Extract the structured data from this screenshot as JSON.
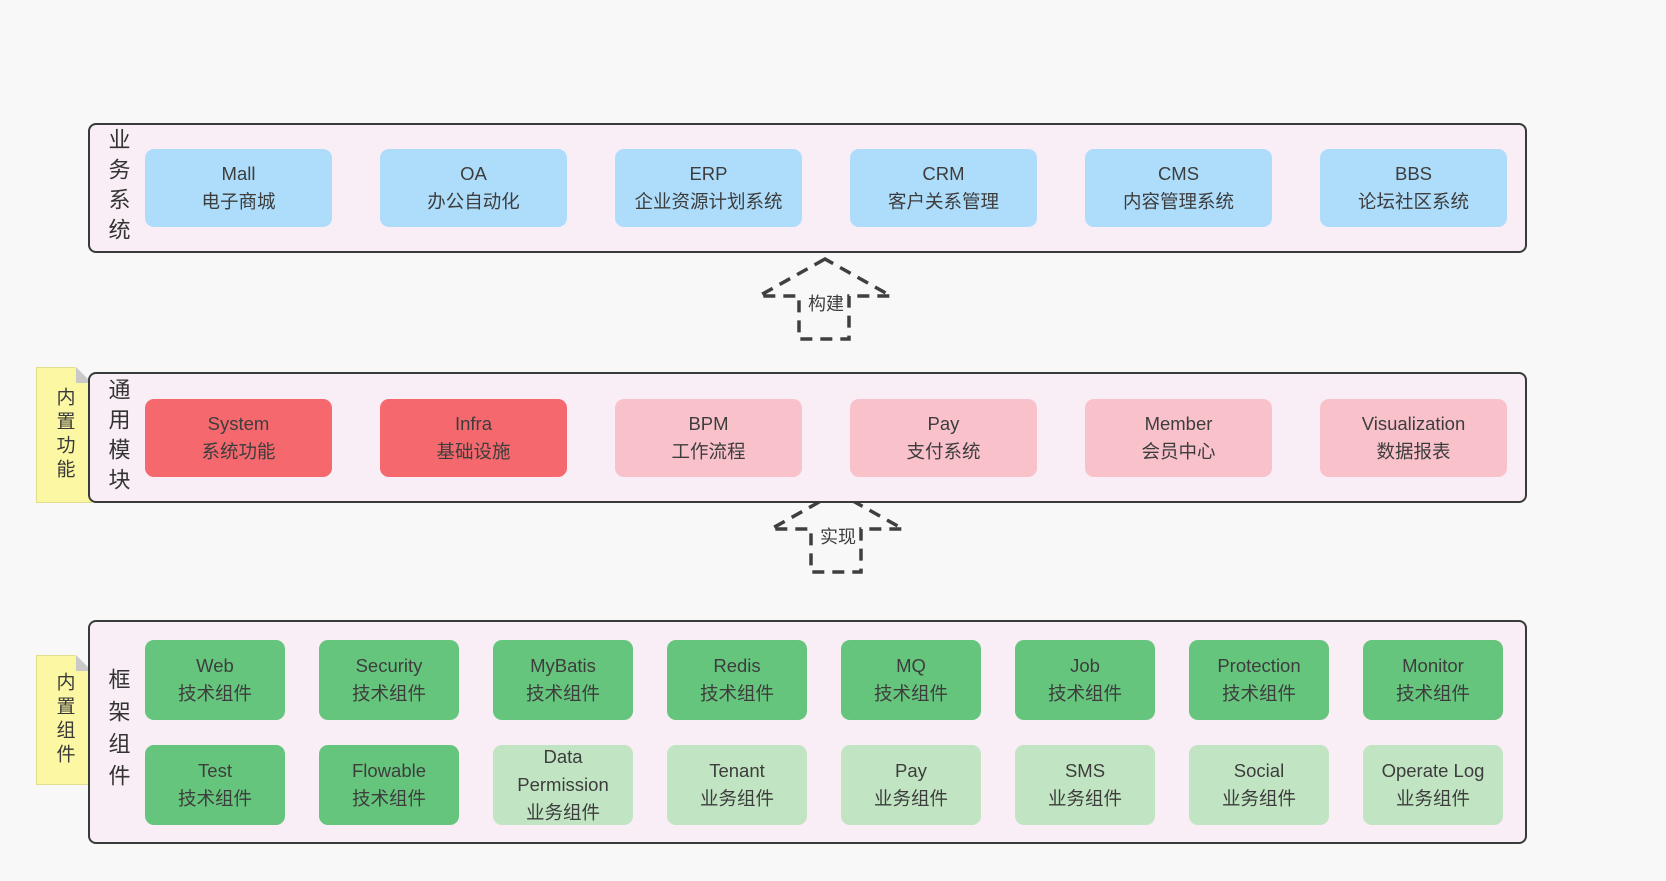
{
  "palette": {
    "page_bg": "#f8f8f8",
    "panel_bg": "#f9edf6",
    "panel_border": "#3a3a3a",
    "blue_box": "#aeddfb",
    "red_box": "#f5696e",
    "pink_box": "#f9c2cb",
    "green_box": "#66c57d",
    "light_green_box": "#c1e5c2",
    "note_yellow": "#fcf7a3",
    "fold_gray": "#c9c9c9",
    "text": "#3d3d3d"
  },
  "sections": {
    "business": {
      "label": "业务系统",
      "boxes": [
        {
          "name": "Mall",
          "desc": "电子商城"
        },
        {
          "name": "OA",
          "desc": "办公自动化"
        },
        {
          "name": "ERP",
          "desc": "企业资源计划系统"
        },
        {
          "name": "CRM",
          "desc": "客户关系管理"
        },
        {
          "name": "CMS",
          "desc": "内容管理系统"
        },
        {
          "name": "BBS",
          "desc": "论坛社区系统"
        }
      ]
    },
    "arrow_build": {
      "label": "构建"
    },
    "modules": {
      "label": "通用模块",
      "note": "内置功能",
      "boxes": [
        {
          "name": "System",
          "desc": "系统功能"
        },
        {
          "name": "Infra",
          "desc": "基础设施"
        },
        {
          "name": "BPM",
          "desc": "工作流程"
        },
        {
          "name": "Pay",
          "desc": "支付系统"
        },
        {
          "name": "Member",
          "desc": "会员中心"
        },
        {
          "name": "Visualization",
          "desc": "数据报表"
        }
      ]
    },
    "arrow_implement": {
      "label": "实现"
    },
    "framework": {
      "label": "框架组件",
      "note": "内置组件",
      "row1": [
        {
          "name": "Web",
          "desc": "技术组件"
        },
        {
          "name": "Security",
          "desc": "技术组件"
        },
        {
          "name": "MyBatis",
          "desc": "技术组件"
        },
        {
          "name": "Redis",
          "desc": "技术组件"
        },
        {
          "name": "MQ",
          "desc": "技术组件"
        },
        {
          "name": "Job",
          "desc": "技术组件"
        },
        {
          "name": "Protection",
          "desc": "技术组件"
        },
        {
          "name": "Monitor",
          "desc": "技术组件"
        }
      ],
      "row2": [
        {
          "name": "Test",
          "desc": "技术组件"
        },
        {
          "name": "Flowable",
          "desc": "技术组件"
        },
        {
          "name": "Data Permission",
          "desc": "业务组件"
        },
        {
          "name": "Tenant",
          "desc": "业务组件"
        },
        {
          "name": "Pay",
          "desc": "业务组件"
        },
        {
          "name": "SMS",
          "desc": "业务组件"
        },
        {
          "name": "Social",
          "desc": "业务组件"
        },
        {
          "name": "Operate Log",
          "desc": "业务组件"
        }
      ]
    }
  }
}
